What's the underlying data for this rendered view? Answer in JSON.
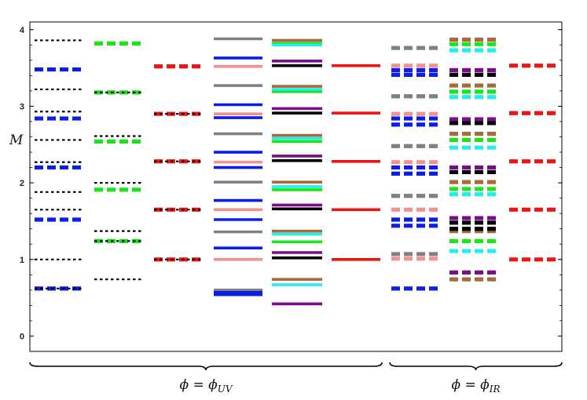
{
  "chart_data": {
    "type": "level-spectrum",
    "ylabel": "M",
    "ylim": [
      -0.2,
      4.1
    ],
    "yticks": [
      0,
      1,
      2,
      3,
      4
    ],
    "grid": false,
    "colors": {
      "black": "#000000",
      "blue": "#0a1ee6",
      "green": "#19e619",
      "red": "#ee1515",
      "gray": "#808080",
      "pink": "#f49191",
      "purple": "#7a0d8a",
      "brown": "#a86a3a",
      "cyan": "#22eeee"
    },
    "groups": [
      {
        "name": "col1",
        "style": "dotted",
        "color": "black",
        "values": [
          3.86,
          3.22,
          2.93,
          2.56,
          2.27,
          1.88,
          1.65,
          1.0,
          0.62
        ]
      },
      {
        "name": "col1",
        "style": "dashed",
        "color": "blue",
        "values": [
          3.48,
          2.84,
          2.2,
          1.52,
          0.62
        ]
      },
      {
        "name": "col2",
        "style": "dotted",
        "color": "black",
        "values": [
          3.18,
          2.61,
          2.0,
          1.37,
          1.24,
          0.74
        ]
      },
      {
        "name": "col2",
        "style": "dashed",
        "color": "green",
        "values": [
          3.82,
          3.18,
          2.54,
          1.91,
          1.24
        ]
      },
      {
        "name": "col3",
        "style": "dotted",
        "color": "black",
        "values": [
          2.9,
          2.28,
          1.65,
          1.0
        ]
      },
      {
        "name": "col3",
        "style": "dashed",
        "color": "red",
        "values": [
          3.52,
          2.9,
          2.28,
          1.65,
          1.0
        ]
      },
      {
        "name": "col4",
        "style": "solid",
        "color": "gray",
        "values": [
          3.88,
          3.27,
          2.64,
          2.01,
          1.36,
          0.6
        ]
      },
      {
        "name": "col4",
        "style": "solid",
        "color": "blue",
        "values": [
          3.63,
          3.02,
          2.85,
          2.4,
          2.2,
          1.77,
          1.52,
          1.15,
          0.57,
          0.54
        ]
      },
      {
        "name": "col4",
        "style": "solid",
        "color": "pink",
        "values": [
          3.52,
          2.9,
          2.27,
          1.65,
          1.0
        ]
      },
      {
        "name": "col5",
        "style": "solid",
        "color": "brown",
        "values": [
          3.86,
          3.26,
          2.62,
          2.01,
          1.37,
          0.74
        ]
      },
      {
        "name": "col5",
        "style": "solid",
        "color": "green",
        "values": [
          3.82,
          3.19,
          2.54,
          1.91,
          1.23
        ]
      },
      {
        "name": "col5",
        "style": "solid",
        "color": "cyan",
        "values": [
          3.8,
          3.22,
          2.58,
          1.95,
          1.33,
          0.67
        ]
      },
      {
        "name": "col5",
        "style": "solid",
        "color": "purple",
        "values": [
          3.59,
          2.97,
          2.35,
          1.71,
          1.09,
          0.42
        ]
      },
      {
        "name": "col5",
        "style": "solid",
        "color": "black",
        "values": [
          3.53,
          2.91,
          2.29,
          1.66,
          1.02
        ]
      },
      {
        "name": "col6",
        "style": "solid",
        "color": "red",
        "values": [
          3.53,
          2.91,
          2.28,
          1.65,
          1.0
        ]
      },
      {
        "name": "col7",
        "style": "dashed",
        "color": "gray",
        "values": [
          3.76,
          3.13,
          2.48,
          1.83,
          1.07
        ]
      },
      {
        "name": "col7",
        "style": "dashed",
        "color": "pink",
        "values": [
          3.53,
          2.9,
          2.27,
          1.65,
          1.01
        ]
      },
      {
        "name": "col7",
        "style": "dashed",
        "color": "blue",
        "values": [
          3.47,
          3.41,
          2.84,
          2.76,
          2.2,
          2.12,
          1.52,
          1.44,
          0.62
        ]
      },
      {
        "name": "col8",
        "style": "dashed",
        "color": "brown",
        "values": [
          3.87,
          3.27,
          2.64,
          2.01,
          1.37,
          0.74
        ]
      },
      {
        "name": "col8",
        "style": "dashed",
        "color": "green",
        "values": [
          3.81,
          3.19,
          2.56,
          1.92,
          1.24
        ]
      },
      {
        "name": "col8",
        "style": "dashed",
        "color": "cyan",
        "values": [
          3.73,
          3.12,
          2.46,
          1.85,
          1.11
        ]
      },
      {
        "name": "col8",
        "style": "dashed",
        "color": "purple",
        "values": [
          3.47,
          2.83,
          2.2,
          1.54,
          0.83
        ]
      },
      {
        "name": "col8",
        "style": "dashed",
        "color": "black",
        "values": [
          3.41,
          2.78,
          2.14,
          1.48,
          1.4
        ]
      },
      {
        "name": "col9",
        "style": "dashed",
        "color": "red",
        "values": [
          3.53,
          2.91,
          2.28,
          1.65,
          1.0
        ]
      }
    ],
    "braces": [
      {
        "label": "ϕ = ϕ",
        "sub": "UV",
        "from_col": 0,
        "to_col": 6
      },
      {
        "label": "ϕ = ϕ",
        "sub": "IR",
        "from_col": 6,
        "to_col": 9
      }
    ]
  }
}
